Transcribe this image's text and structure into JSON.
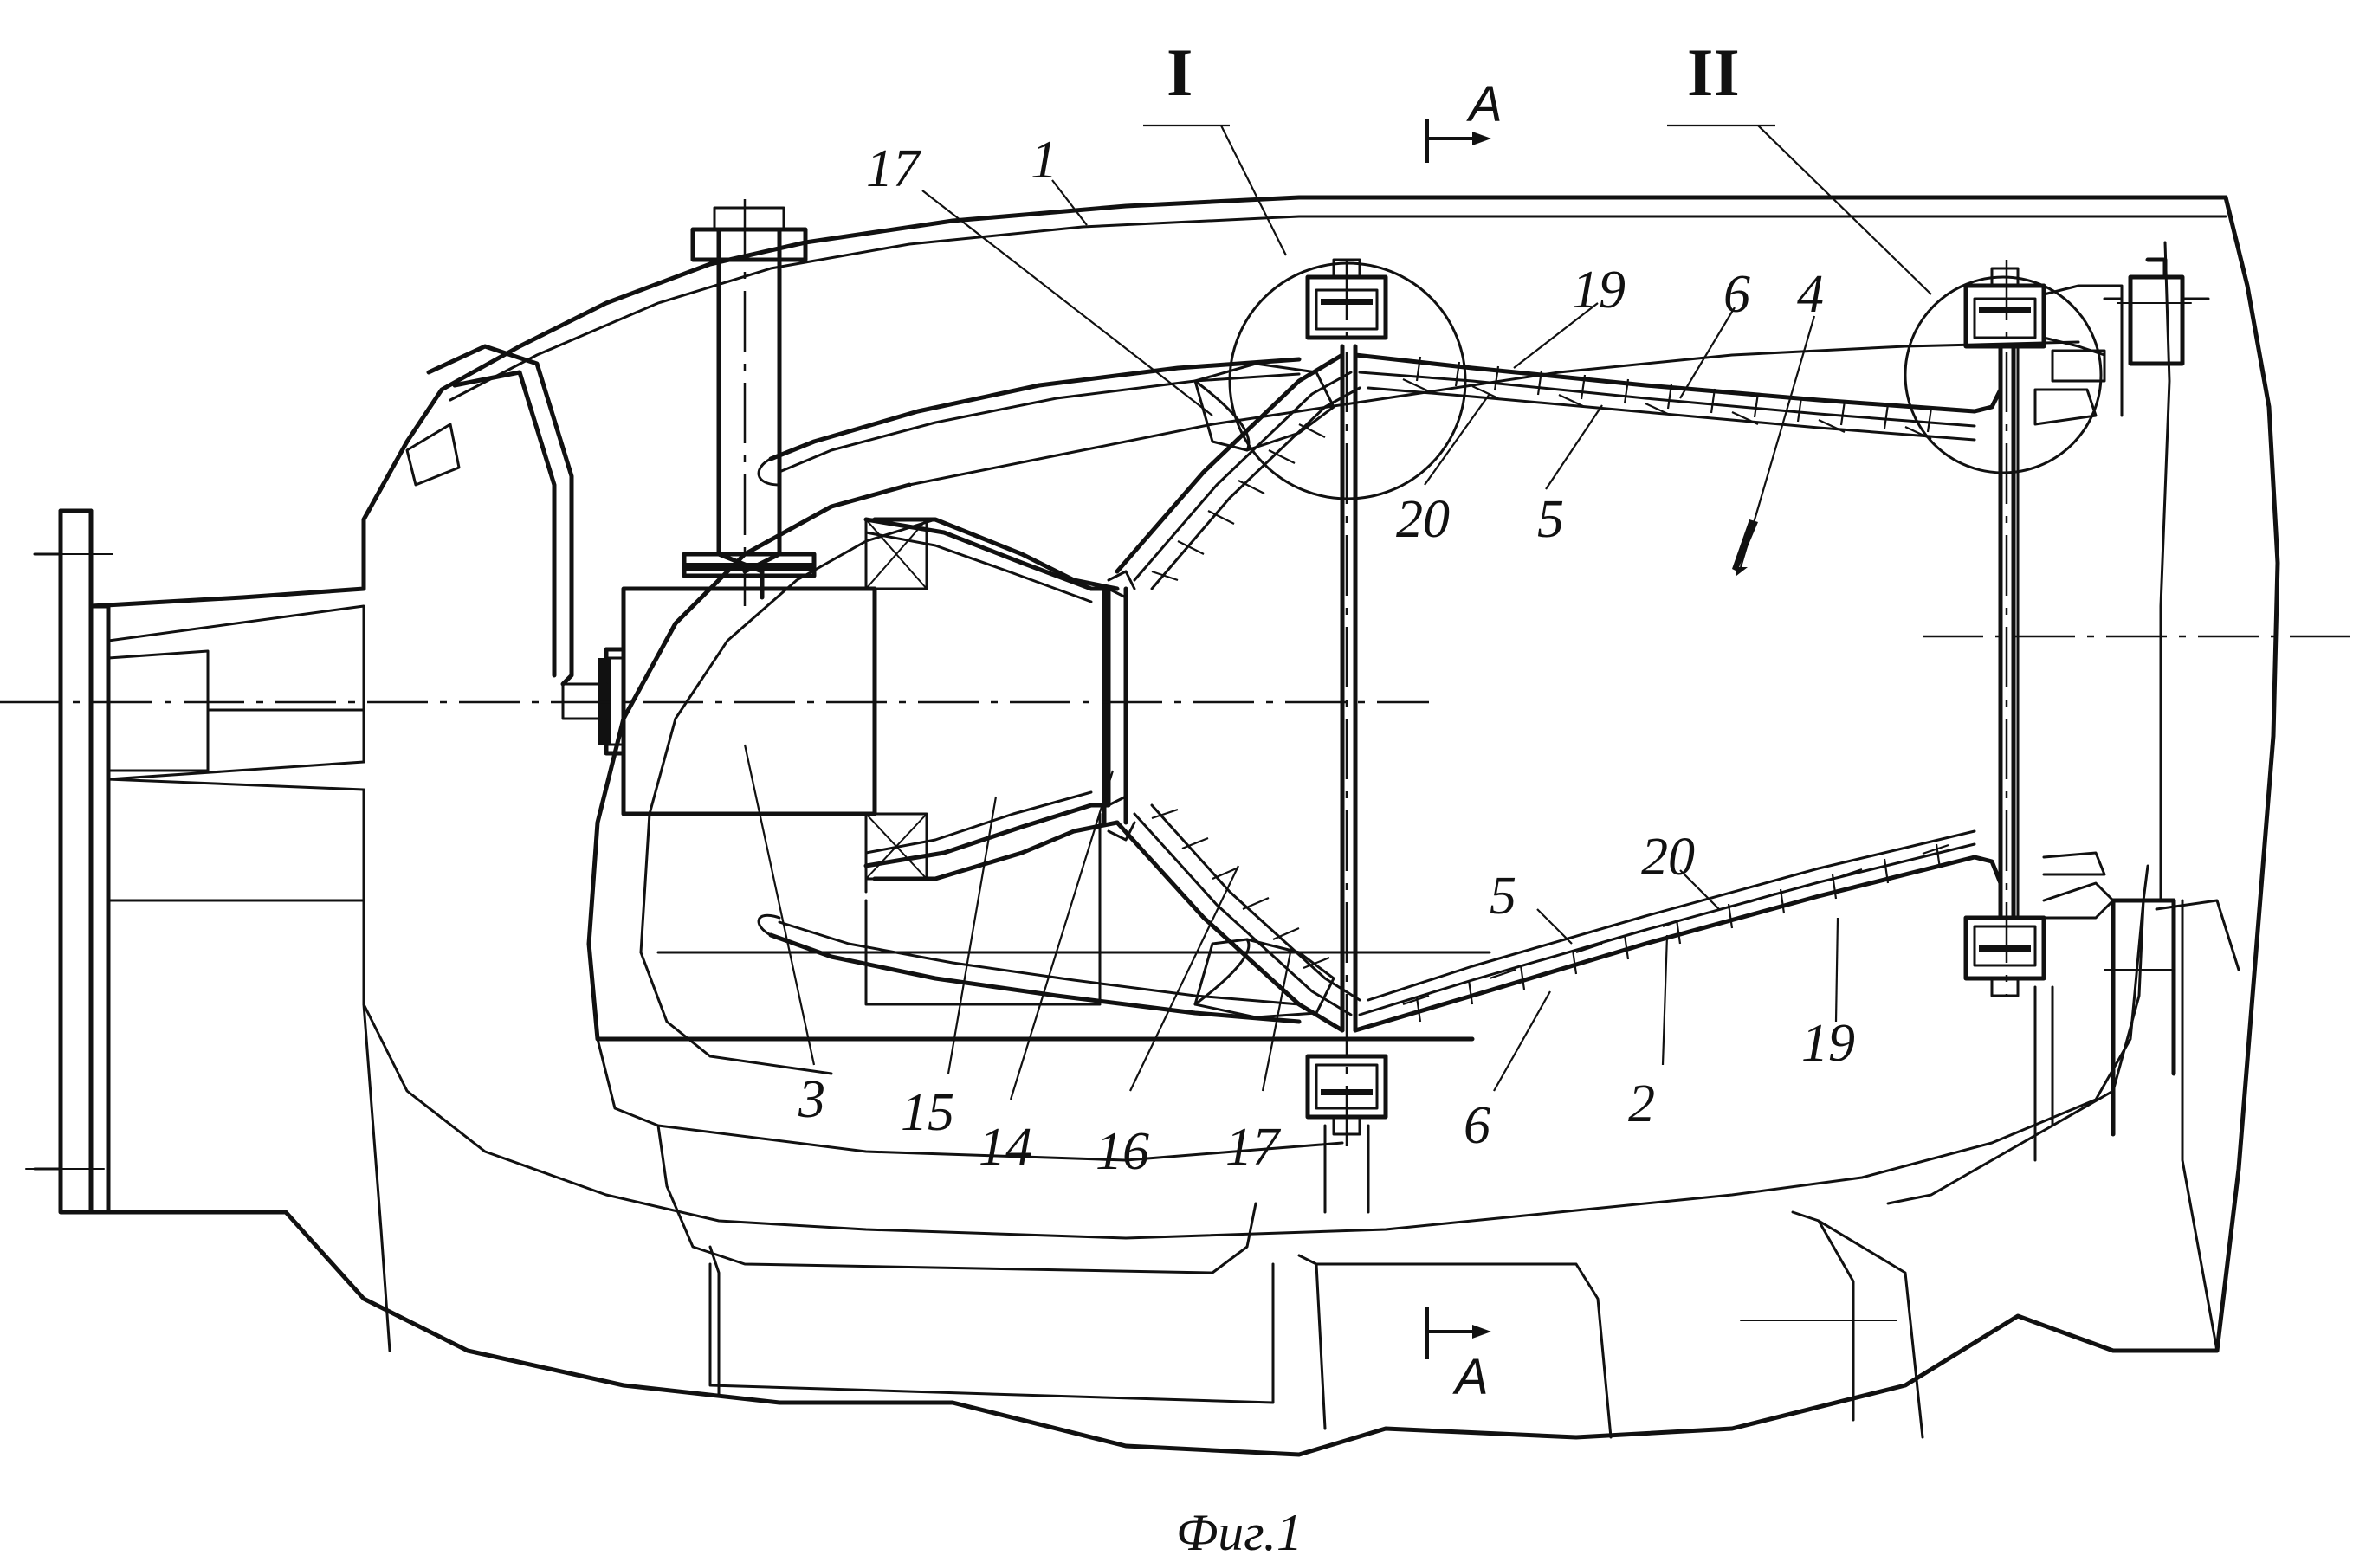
{
  "figure": {
    "caption": "Фиг.1"
  },
  "section_markers": {
    "top": "A",
    "bottom": "A"
  },
  "detail_views": {
    "I": "I",
    "II": "II"
  },
  "labels": {
    "n1": "1",
    "n2": "2",
    "n3": "3",
    "n4": "4",
    "n5_top": "5",
    "n5_bot": "5",
    "n6_top": "6",
    "n6_bot": "6",
    "n14": "14",
    "n15": "15",
    "n16": "16",
    "n17_top": "17",
    "n17_bot": "17",
    "n19_top": "19",
    "n19_bot": "19",
    "n20_top": "20",
    "n20_bot": "20"
  }
}
